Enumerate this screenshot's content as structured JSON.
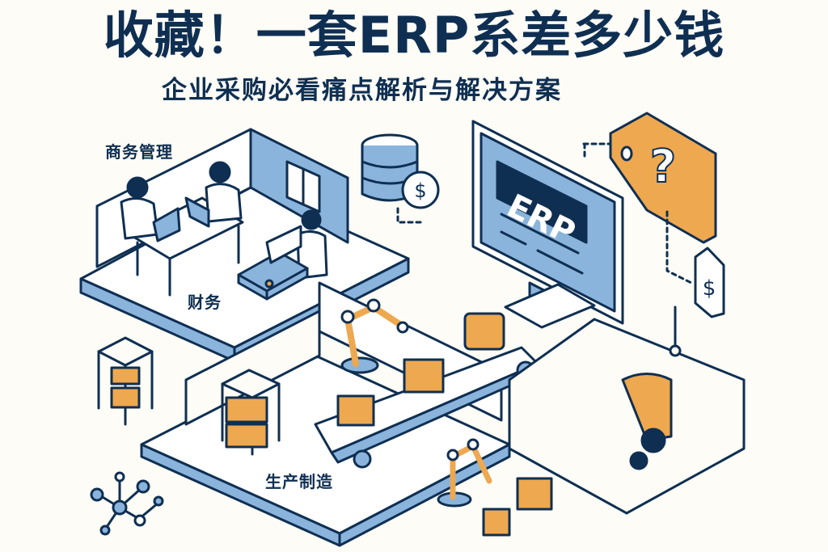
{
  "header": {
    "title": "收藏！一套ERP系差多少钱",
    "subtitle": "企业采购必看痛点解析与解决方案"
  },
  "zones": {
    "business": {
      "label": "商务管理"
    },
    "finance": {
      "label": "财务"
    },
    "manufacturing": {
      "label": "生产制造"
    }
  },
  "monitor": {
    "screen_text": "ERP"
  },
  "tags": {
    "price_question": {
      "symbol": "?"
    },
    "price_small": {
      "symbol": "$"
    },
    "coin": {
      "symbol": "$"
    }
  },
  "colors": {
    "background": "#fdfcf6",
    "navy": "#0f2f52",
    "blue": "#8ab4dc",
    "orange": "#eea84f",
    "white": "#ffffff"
  }
}
